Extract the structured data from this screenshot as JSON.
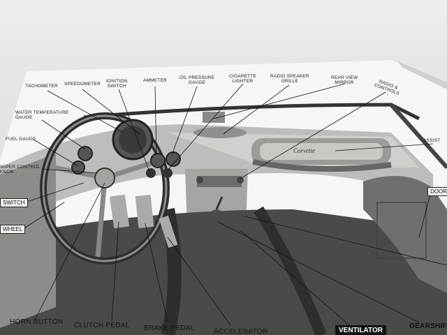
{
  "top_labels": [
    "TACHOMETER",
    "SPEEDOMETER",
    "IGNITION\nSWITCH",
    "AMMETER",
    "OIL PRESSURE\nGAUGE",
    "CIGARETTE\nLIGHTER",
    "RADIO SPEAKER\nGRILLE",
    "REAR VIEW\nMIRROR",
    "RADIO &\nCONTROLS"
  ],
  "left_labels": [
    "WATER TEMPERATURE\nGAUGE",
    "FUEL GAUGE",
    "WIPER CONTROL\nKNOB",
    "SWITCH",
    "WHEEL"
  ],
  "right_labels": [
    "DOOR",
    "ASSIST"
  ],
  "bottom_labels": [
    "HORN BUTTON",
    "CLUTCH PEDAL",
    "BRAKE PEDAL",
    "ACCELERATOR",
    "VENTILATOR",
    "GEARSHIFT"
  ],
  "glovebox_script": "Corvette"
}
